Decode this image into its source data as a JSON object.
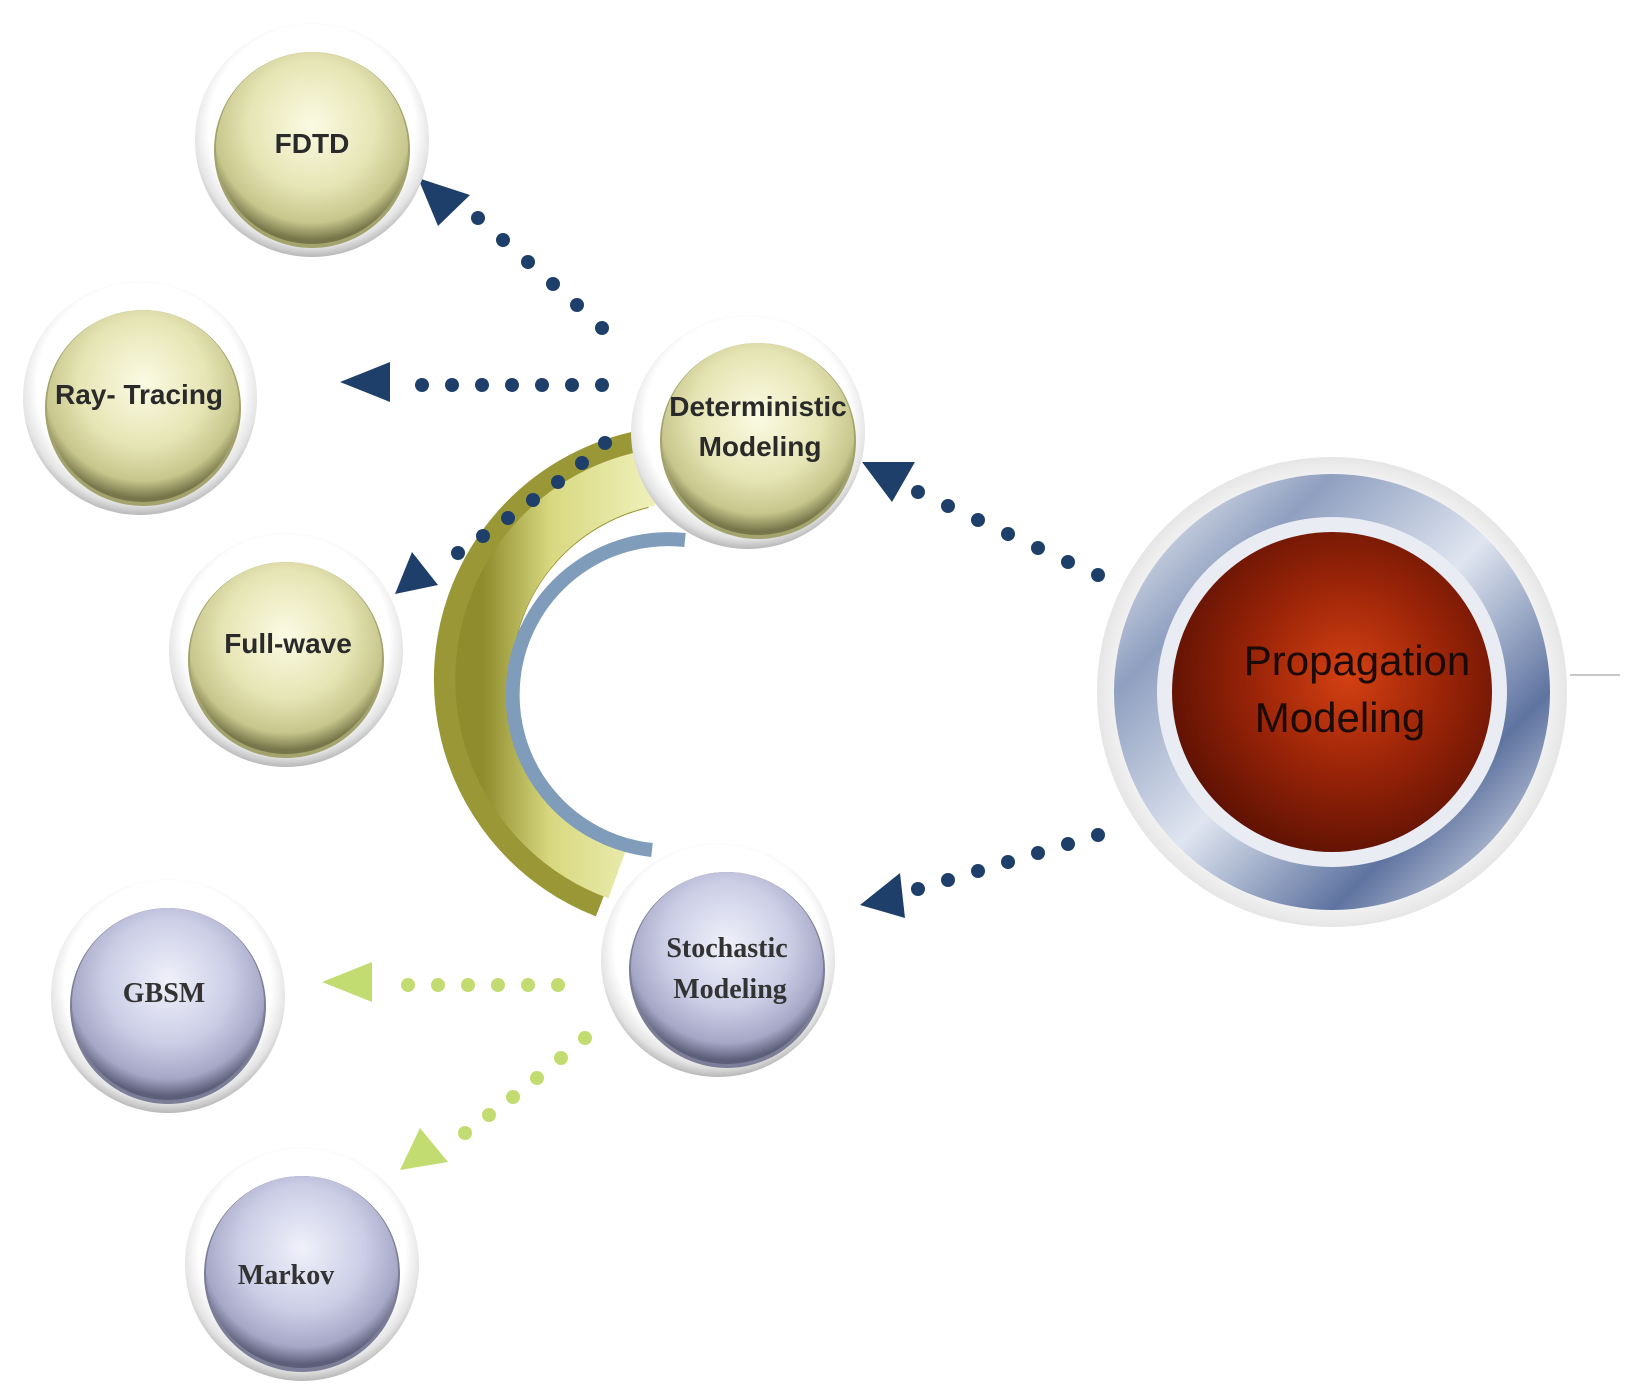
{
  "diagram": {
    "root": {
      "label_line1": "Propagation",
      "label_line2": "Modeling"
    },
    "deterministic": {
      "label_line1": "Deterministic",
      "label_line2": "Modeling",
      "children": [
        "FDTD",
        "Ray- Tracing",
        "Full-wave"
      ]
    },
    "stochastic": {
      "label_line1": "Stochastic",
      "label_line2": "Modeling",
      "children": [
        "GBSM",
        "Markov"
      ]
    },
    "colors": {
      "deterministic_fill": "#e6e6b4",
      "stochastic_fill": "#c9cbe3",
      "root_fill": "#8a1a06",
      "arrow_dark": "#1f3f6b",
      "arrow_light": "#c3dc72",
      "arc_outer": "#a8a63a",
      "arc_inner": "#7f9cba"
    }
  }
}
